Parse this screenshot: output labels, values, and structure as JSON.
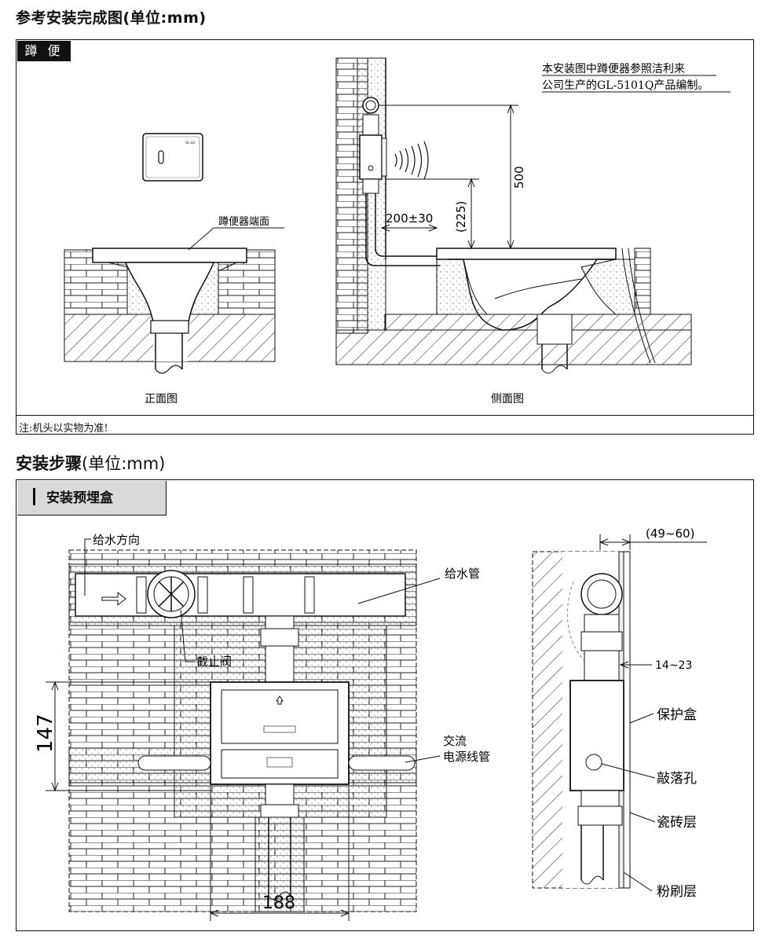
{
  "title": "参考安装完成图(单位:mm)",
  "section1": {
    "tag": "蹲 便",
    "front_caption": "正面图",
    "side_caption": "侧面图",
    "face_label": "蹲便器端面",
    "box_text": "GL-LO",
    "note_line1": "本安装图中蹲便器参照洁利来",
    "note_line2": "公司生产的GL-5101Q产品编制。",
    "dim_500": "500",
    "dim_225": "(225)",
    "dim_200": "200±30",
    "footnote": "注:机头以实物为准!"
  },
  "steps_title_bold": "安装步骤",
  "steps_title_rest": "(单位:mm)",
  "section2": {
    "tag": "安装预埋盒",
    "water_dir": "给水方向",
    "water_pipe": "给水管",
    "stop_valve": "截止阀",
    "ac_line1": "交流",
    "ac_line2": "电源线管",
    "dim_147": "147",
    "dim_188": "188",
    "dim_49_60": "(49~60)",
    "dim_14_23": "14~23",
    "protect_box": "保护盒",
    "knockout": "敲落孔",
    "tile_layer": "瓷砖层",
    "plaster_layer": "粉刷层"
  }
}
